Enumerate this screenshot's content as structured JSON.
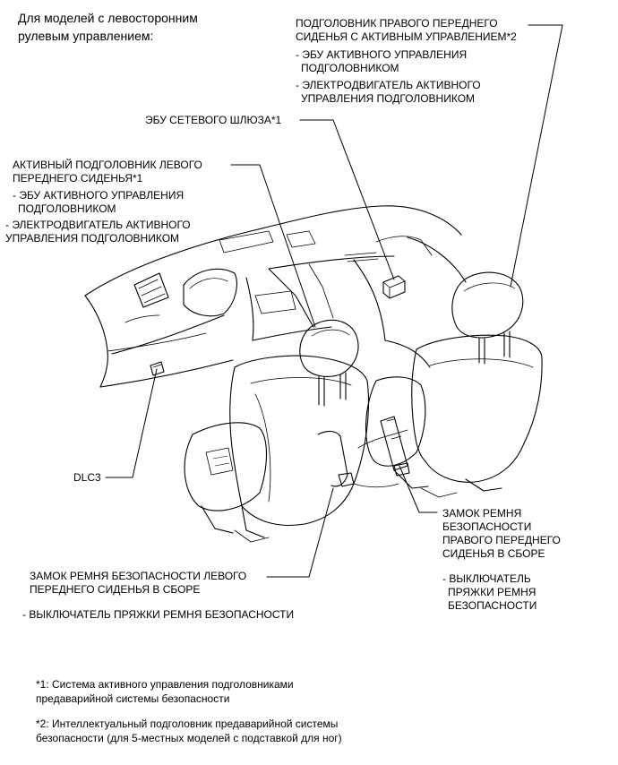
{
  "header": {
    "title_lines": [
      "Для моделей с левосторонним",
      "рулевым управлением:"
    ]
  },
  "callouts": {
    "right_headrest": {
      "title": [
        "ПОДГОЛОВНИК ПРАВОГО ПЕРЕДНЕГО",
        "СИДЕНЬЯ С АКТИВНЫМ УПРАВЛЕНИЕМ*2"
      ],
      "items": [
        [
          "- ЭБУ АКТИВНОГО УПРАВЛЕНИЯ",
          "ПОДГОЛОВНИКОМ"
        ],
        [
          "- ЭЛЕКТРОДВИГАТЕЛЬ АКТИВНОГО",
          "УПРАВЛЕНИЯ ПОДГОЛОВНИКОМ"
        ]
      ]
    },
    "gateway_ecu": {
      "title": "ЭБУ СЕТЕВОГО ШЛЮЗА*1"
    },
    "left_headrest": {
      "title": [
        "АКТИВНЫЙ ПОДГОЛОВНИК ЛЕВОГО",
        "ПЕРЕДНЕГО СИДЕНЬЯ*1"
      ],
      "items": [
        [
          "- ЭБУ АКТИВНОГО УПРАВЛЕНИЯ",
          "ПОДГОЛОВНИКОМ"
        ],
        [
          "- ЭЛЕКТРОДВИГАТЕЛЬ АКТИВНОГО",
          "УПРАВЛЕНИЯ ПОДГОЛОВНИКОМ"
        ]
      ]
    },
    "dlc3": {
      "title": "DLC3"
    },
    "right_buckle": {
      "title": [
        "ЗАМОК РЕМНЯ",
        "БЕЗОПАСНОСТИ",
        "ПРАВОГО ПЕРЕДНЕГО",
        "СИДЕНЬЯ В СБОРЕ"
      ],
      "items": [
        [
          "- ВЫКЛЮЧАТЕЛЬ",
          "ПРЯЖКИ РЕМНЯ",
          "БЕЗОПАСНОСТИ"
        ]
      ]
    },
    "left_buckle": {
      "title": [
        "ЗАМОК РЕМНЯ БЕЗОПАСНОСТИ ЛЕВОГО",
        "ПЕРЕДНЕГО СИДЕНЬЯ В СБОРЕ"
      ],
      "items": [
        [
          "- ВЫКЛЮЧАТЕЛЬ ПРЯЖКИ РЕМНЯ БЕЗОПАСНОСТИ"
        ]
      ]
    }
  },
  "footnotes": [
    [
      "*1: Система активного управления подголовниками",
      "предаварийной системы безопасности"
    ],
    [
      "*2: Интеллектуальный подголовник предаварийной системы",
      "безопасности (для 5-местных моделей с подставкой для ног)"
    ]
  ]
}
